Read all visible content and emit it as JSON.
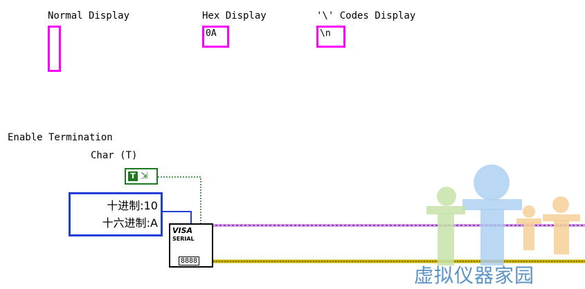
{
  "front_panel": {
    "normal_label": "Normal Display",
    "hex_label": "Hex Display",
    "codes_label": "'\\' Codes Display",
    "normal_value": "",
    "hex_value": "0A",
    "codes_value": "\\n"
  },
  "block_diagram": {
    "enable_label_line1": "Enable Termination",
    "enable_label_line2": "Char (T)",
    "bool_constant": "T",
    "ring": {
      "line1": "十进制:10",
      "line2": "十六进制:A"
    },
    "visa_node": {
      "line1": "VISA",
      "line2": "SERIAL",
      "line3": "8888"
    }
  },
  "watermark": "虚拟仪器家园",
  "colors": {
    "string": "#ff00ff",
    "boolean": "#1f7a1f",
    "numeric": "#1f3fd8",
    "visa_wire": "#9a3cc2",
    "error_wire": "#c9b100"
  }
}
